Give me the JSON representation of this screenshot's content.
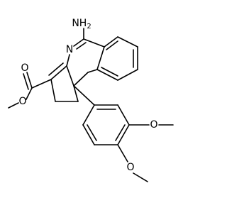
{
  "molecule": {
    "labels": {
      "amino_nh": "NH",
      "amino_sub": "2",
      "ring_n": "N",
      "ester_o_carbonyl": "O",
      "ester_o_ether": "O",
      "methoxy_o_top": "O",
      "methoxy_o_bottom": "O"
    }
  }
}
